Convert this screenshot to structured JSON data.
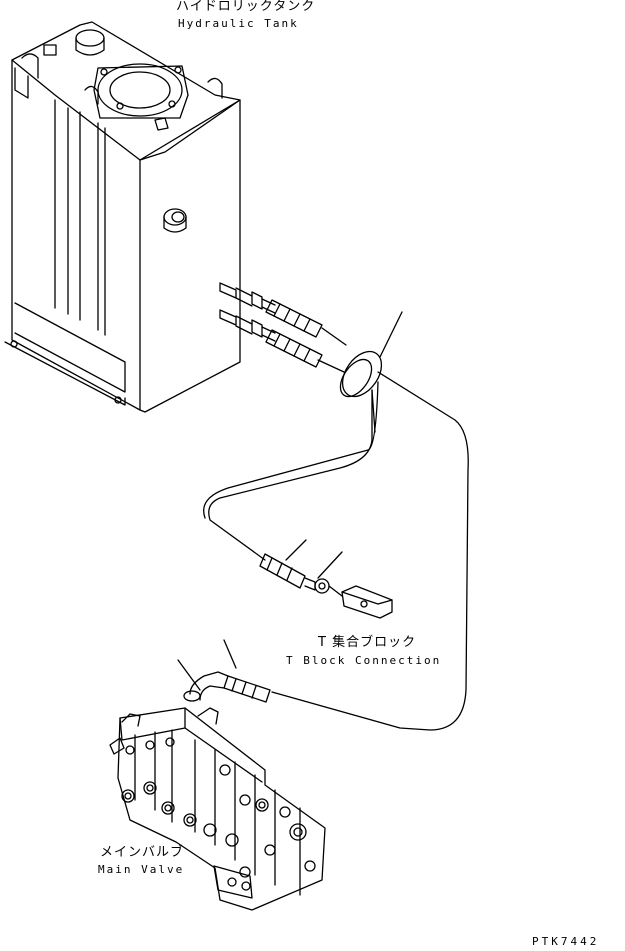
{
  "labels": {
    "hydraulic_tank_jp": "ハイドロリックタンク",
    "hydraulic_tank_en": "Hydraulic Tank",
    "t_block_jp": "T 集合ブロック",
    "t_block_en": "T Block Connection",
    "main_valve_jp": "メインバルブ",
    "main_valve_en": "Main Valve",
    "drawing_code": "PTK7442"
  },
  "colors": {
    "line": "#000000",
    "background": "#ffffff"
  }
}
